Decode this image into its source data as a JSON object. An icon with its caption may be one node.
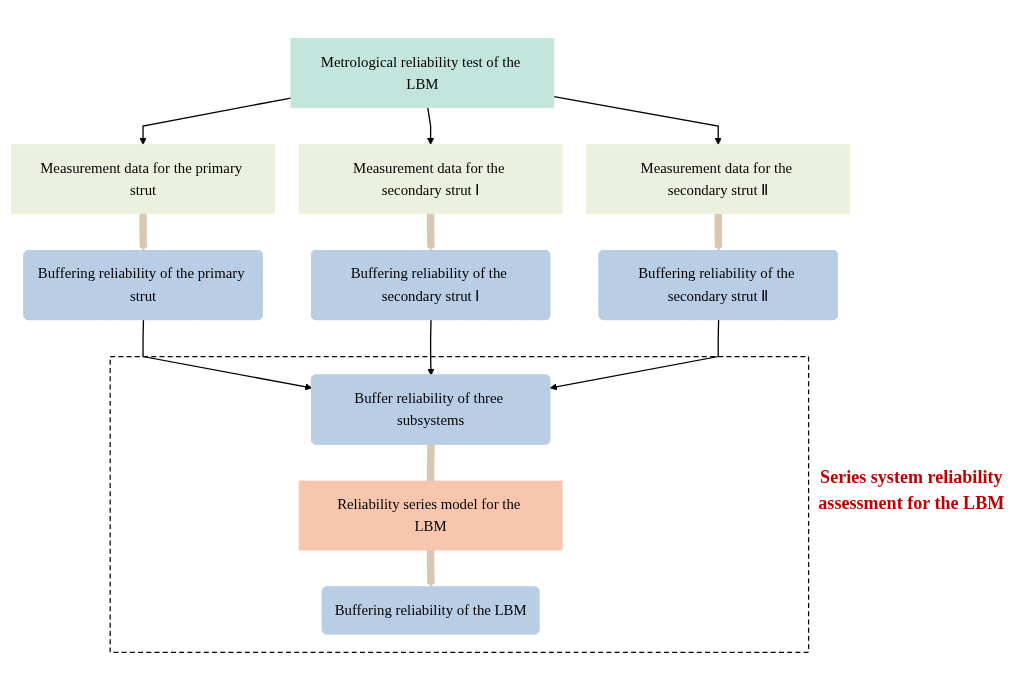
{
  "diagram": {
    "nodes": [
      {
        "text": [
          "Metrological reliability test of the LBM"
        ]
      },
      {
        "text": [
          "Measurement data for the primary strut"
        ]
      },
      {
        "text": [
          "Measurement data for the secondary strut Ⅰ"
        ]
      },
      {
        "text": [
          "Measurement data for the secondary strut Ⅱ"
        ]
      },
      {
        "text": [
          "Buffering reliability of the primary strut"
        ]
      },
      {
        "text": [
          "Buffering reliability of the secondary strut Ⅰ"
        ]
      },
      {
        "text": [
          "Buffering reliability of the secondary strut Ⅱ"
        ]
      },
      {
        "text": [
          "Series system reliability assessment for the LBM"
        ]
      },
      {
        "text": [
          "Buffer reliability of three subsystems"
        ],
        "in": 7
      },
      {
        "text": [
          "Reliability series model for the LBM"
        ],
        "in": 7
      },
      {
        "text": [
          "Buffering reliability of the LBM"
        ],
        "in": 7
      }
    ],
    "edges": [
      {
        "from": 0,
        "to": 1,
        "arrow": "to"
      },
      {
        "from": 0,
        "to": 2,
        "arrow": "to"
      },
      {
        "from": 0,
        "to": 3,
        "arrow": "to"
      },
      {
        "from": 1,
        "to": 4,
        "arrow": "to",
        "style": "thick",
        "color": "#d9c7b0"
      },
      {
        "from": 2,
        "to": 5,
        "arrow": "to",
        "style": "thick",
        "color": "#d9c7b0"
      },
      {
        "from": 3,
        "to": 6,
        "arrow": "to",
        "style": "thick",
        "color": "#d9c7b0"
      },
      {
        "from": 4,
        "to": 8,
        "arrow": "to"
      },
      {
        "from": 5,
        "to": 8,
        "arrow": "to"
      },
      {
        "from": 6,
        "to": 8,
        "arrow": "to"
      },
      {
        "from": 8,
        "to": 9,
        "arrow": "none",
        "style": "thick",
        "color": "#d9c7b0"
      },
      {
        "from": 9,
        "to": 10,
        "arrow": "to",
        "style": "thick",
        "color": "#d9c7b0"
      }
    ]
  }
}
